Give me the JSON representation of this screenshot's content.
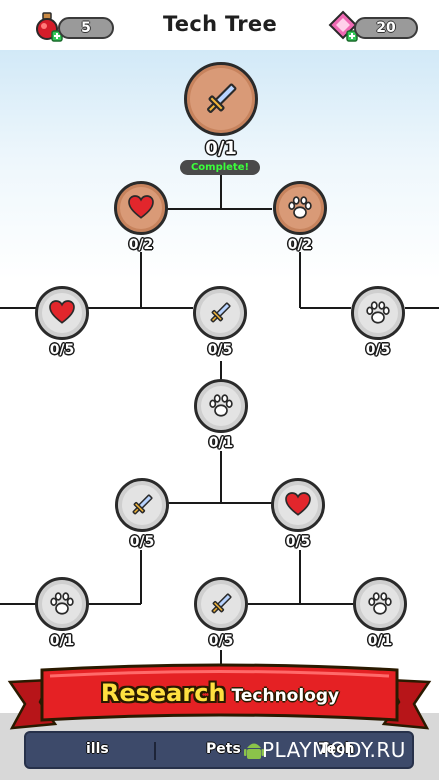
{
  "header": {
    "title": "Tech Tree",
    "potions": {
      "icon": "potion-plus-icon",
      "value": "5"
    },
    "gems": {
      "icon": "gem-plus-icon",
      "value": "20"
    }
  },
  "tree": {
    "root": {
      "icon": "sword-icon",
      "count": "0/1",
      "status": "Complete!"
    },
    "nodes": [
      {
        "id": "n1",
        "icon": "heart-icon",
        "count": "0/2"
      },
      {
        "id": "n2",
        "icon": "paw-icon",
        "count": "0/2"
      },
      {
        "id": "n3",
        "icon": "heart-icon",
        "count": "0/5"
      },
      {
        "id": "n4",
        "icon": "sword-icon",
        "count": "0/5"
      },
      {
        "id": "n5",
        "icon": "paw-icon",
        "count": "0/5"
      },
      {
        "id": "n6",
        "icon": "paw-icon",
        "count": "0/1"
      },
      {
        "id": "n7",
        "icon": "sword-icon",
        "count": "0/5"
      },
      {
        "id": "n8",
        "icon": "heart-icon",
        "count": "0/5"
      },
      {
        "id": "n9",
        "icon": "paw-icon",
        "count": "0/1"
      },
      {
        "id": "n10",
        "icon": "sword-icon",
        "count": "0/5"
      },
      {
        "id": "n11",
        "icon": "paw-icon",
        "count": "0/1"
      }
    ]
  },
  "banner": {
    "research": "Research",
    "technology": "Technology"
  },
  "tabs": {
    "skills": "ills",
    "pets": "Pets",
    "tech": "Tech"
  },
  "watermark": "PLAYMODY.RU",
  "colors": {
    "unlocked_node": "#d99a77",
    "locked_node": "#e3e3e3",
    "ribbon": "#e52124",
    "tab_bar": "#3d4a6a",
    "complete_text": "#3bff3b"
  }
}
